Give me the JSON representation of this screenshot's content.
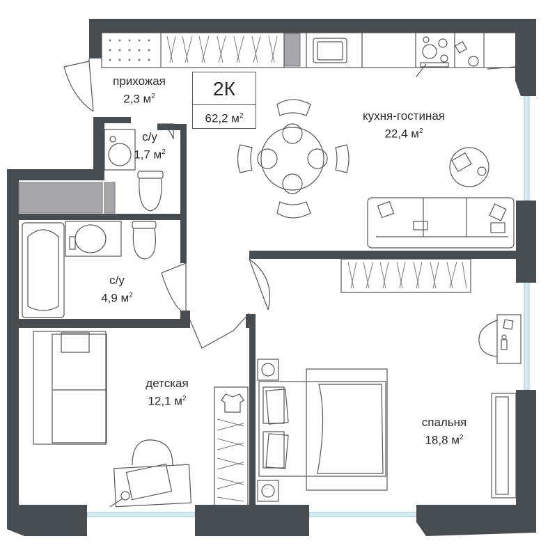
{
  "plan_type": "2К",
  "total_area": "62,2 м",
  "area_unit_superscript": "2",
  "rooms": [
    {
      "id": "hallway",
      "name": "прихожая",
      "area": "2,3 м"
    },
    {
      "id": "bath_small",
      "name": "с/у",
      "area": "1,7 м"
    },
    {
      "id": "kitchen_living",
      "name": "кухня-гостиная",
      "area": "22,4 м"
    },
    {
      "id": "bath_large",
      "name": "с/у",
      "area": "4,9 м"
    },
    {
      "id": "kids",
      "name": "детская",
      "area": "12,1 м"
    },
    {
      "id": "bedroom",
      "name": "спальня",
      "area": "18,8 м"
    }
  ],
  "colors": {
    "wall": "#474c50",
    "window": "#c9e4ef",
    "storage": "#a8a8ac",
    "line": "#555555"
  }
}
